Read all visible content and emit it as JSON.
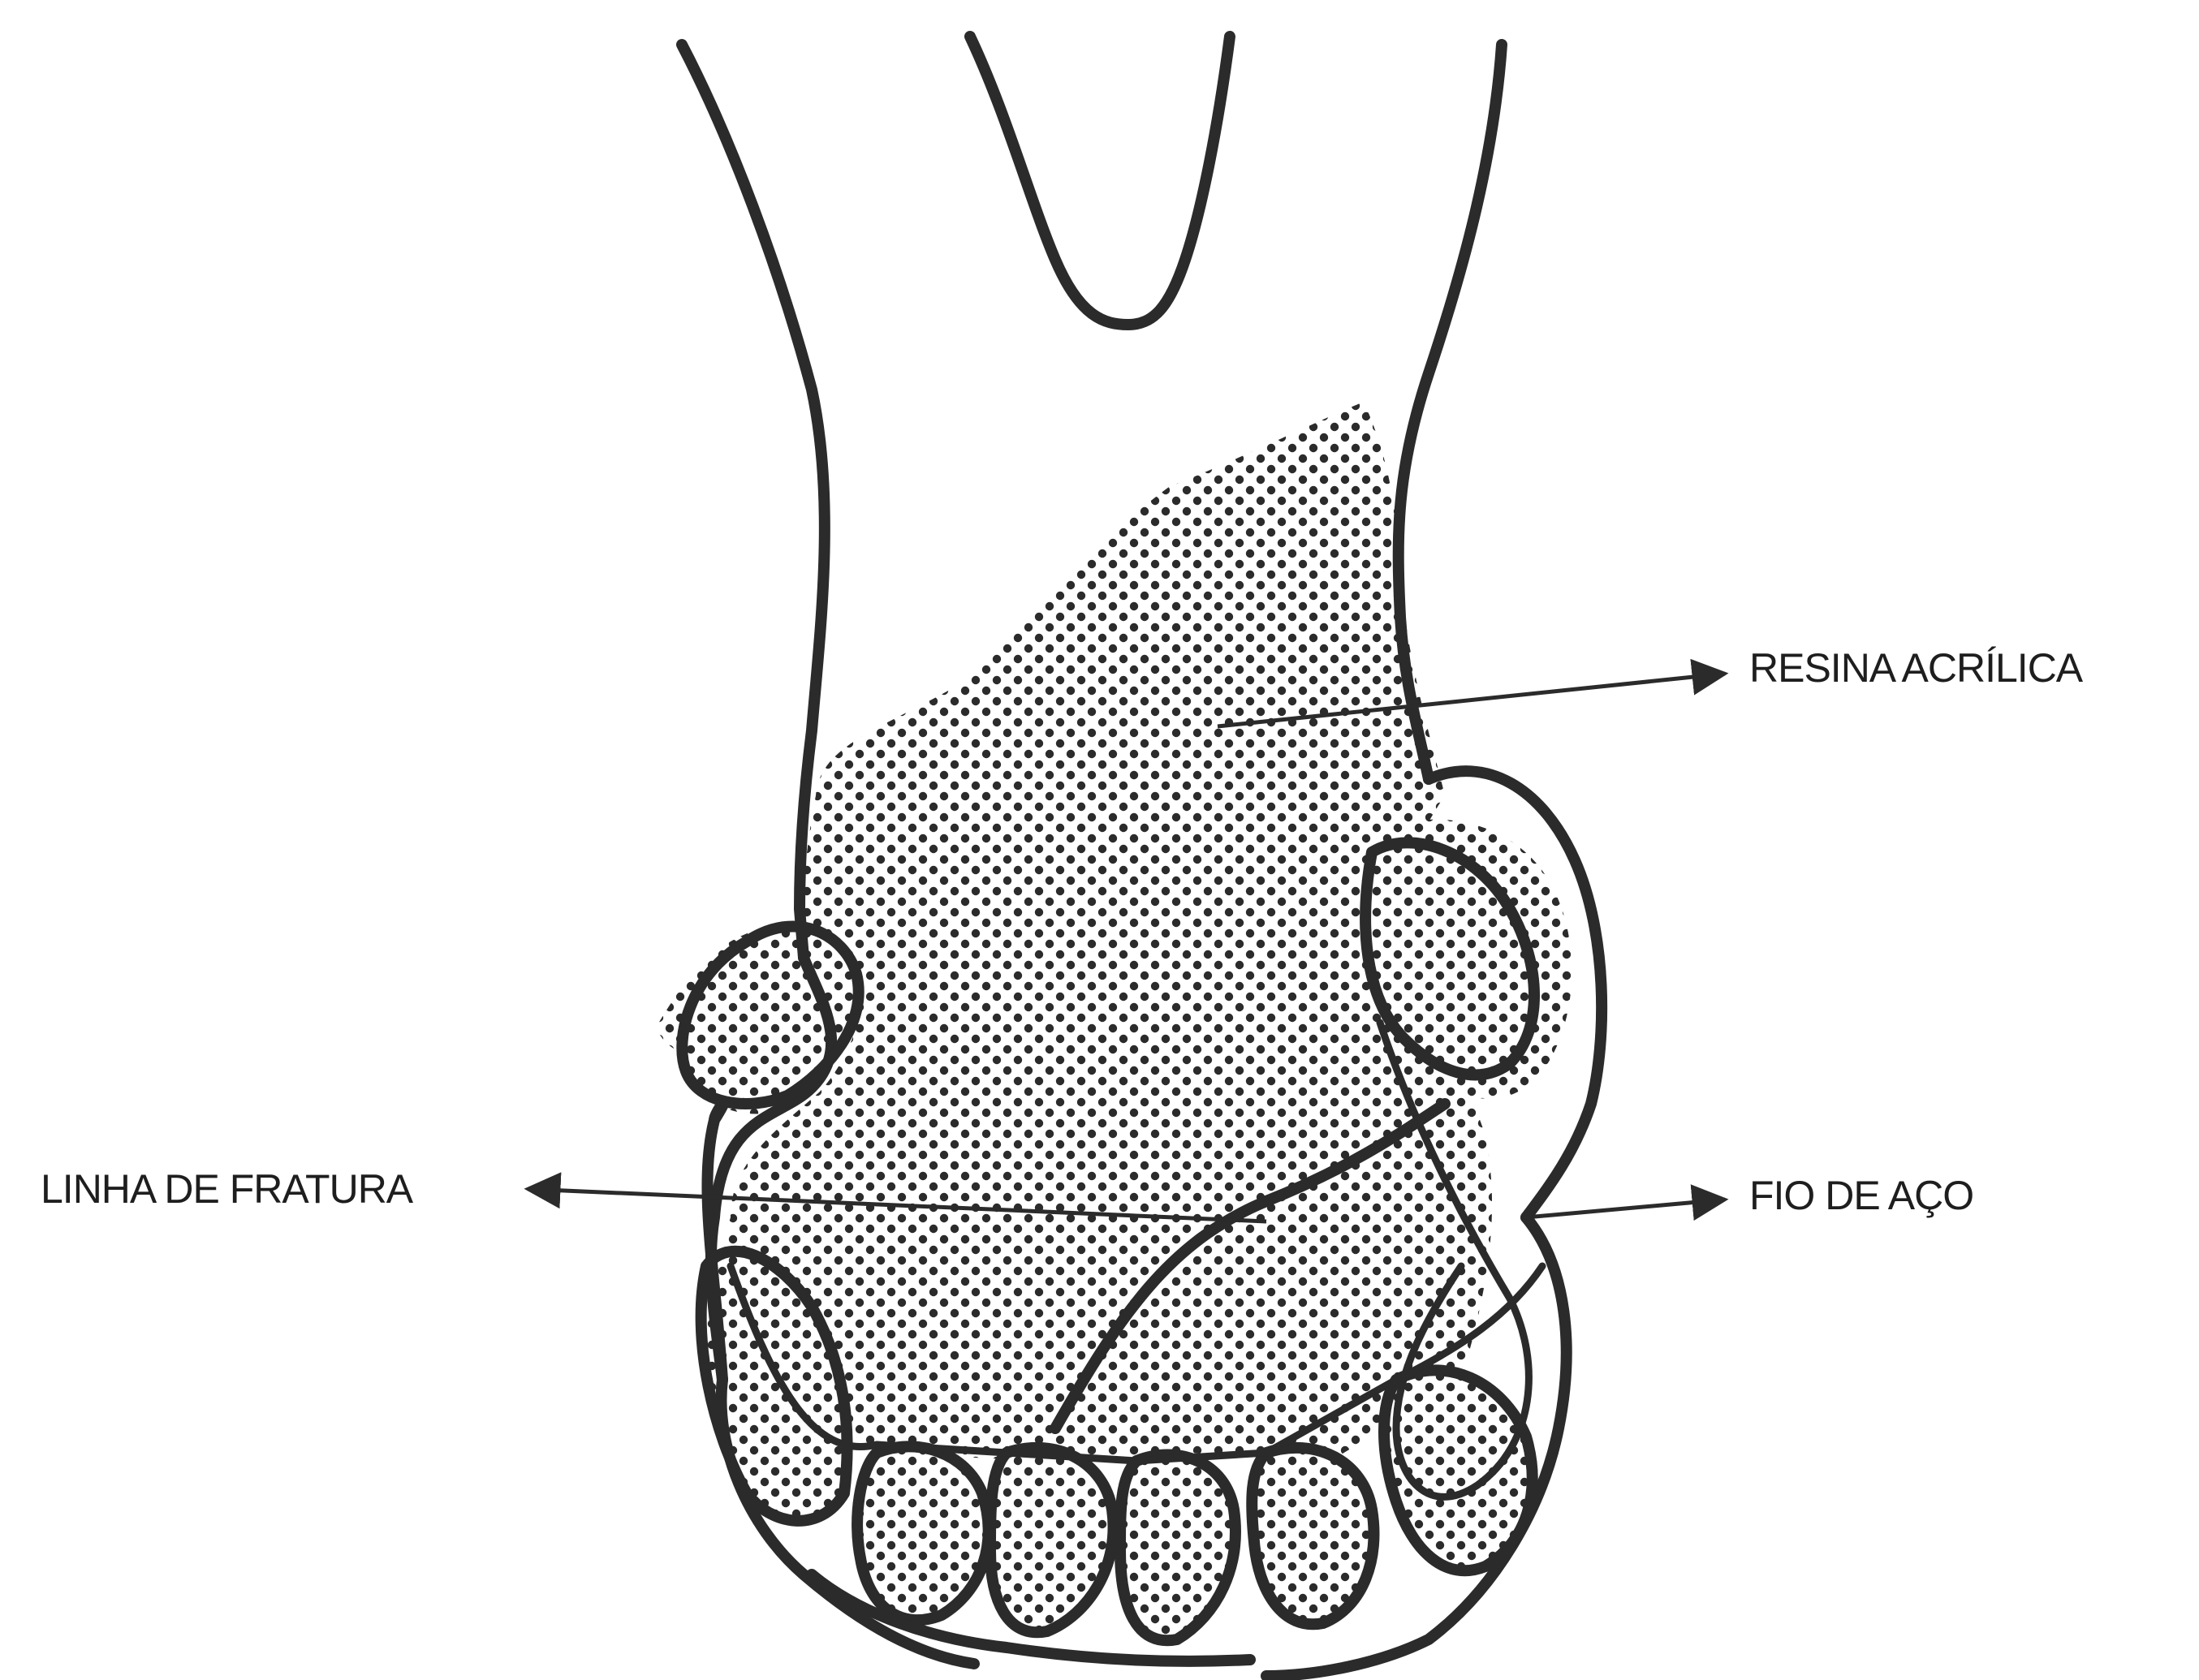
{
  "labels": {
    "resin": "RESINA ACRÍLICA",
    "fracture_line": "LINHA DE FRATURA",
    "steel_wire": "FIO DE AÇO"
  },
  "colors": {
    "ink": "#2b2b2b",
    "background": "#ffffff"
  }
}
